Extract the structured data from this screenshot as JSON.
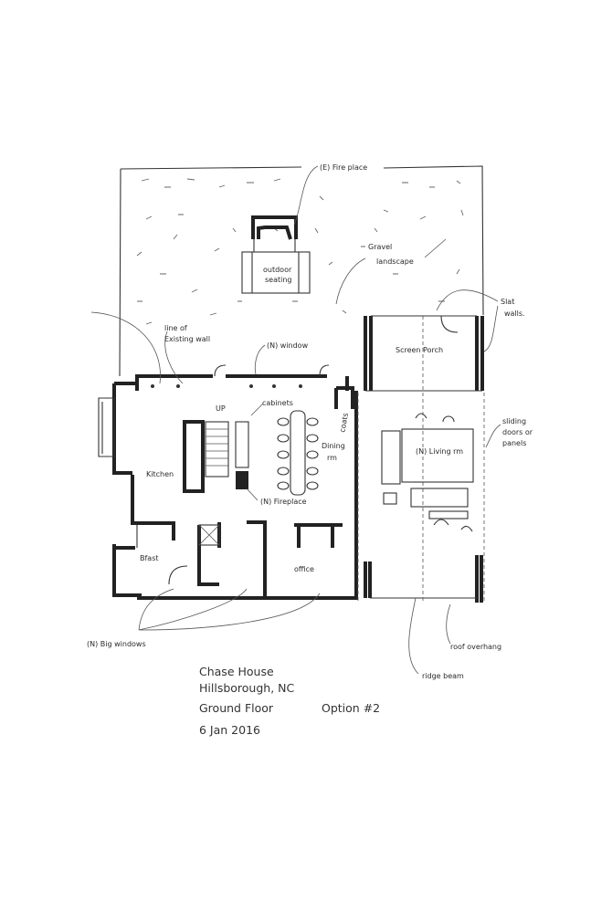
{
  "sheet": {
    "labels": {
      "existing_fireplace": "(E) Fire place",
      "outdoor_seating_1": "outdoor",
      "outdoor_seating_2": "seating",
      "gravel_1": "Gravel",
      "gravel_2": "landscape",
      "slat_1": "Slat",
      "slat_2": "walls.",
      "existing_wall_1": "line of",
      "existing_wall_2": "Existing wall",
      "new_window": "(N) window",
      "screen_porch": "Screen Porch",
      "up": "UP",
      "cabinets": "cabinets",
      "dining_1": "Dining",
      "dining_2": "rm",
      "coats": "coats",
      "sliding_1": "sliding",
      "sliding_2": "doors or",
      "sliding_3": "panels",
      "kitchen": "Kitchen",
      "living": "(N) Living rm",
      "new_fireplace": "(N) Fireplace",
      "bfast": "Bfast",
      "office": "office",
      "big_windows": "(N) Big windows",
      "roof_overhang": "roof overhang",
      "ridge_beam": "ridge beam"
    },
    "title_block": {
      "project": "Chase House",
      "location": "Hillsborough, NC",
      "level": "Ground Floor",
      "option": "Option #2",
      "date": "6 Jan 2016"
    }
  }
}
